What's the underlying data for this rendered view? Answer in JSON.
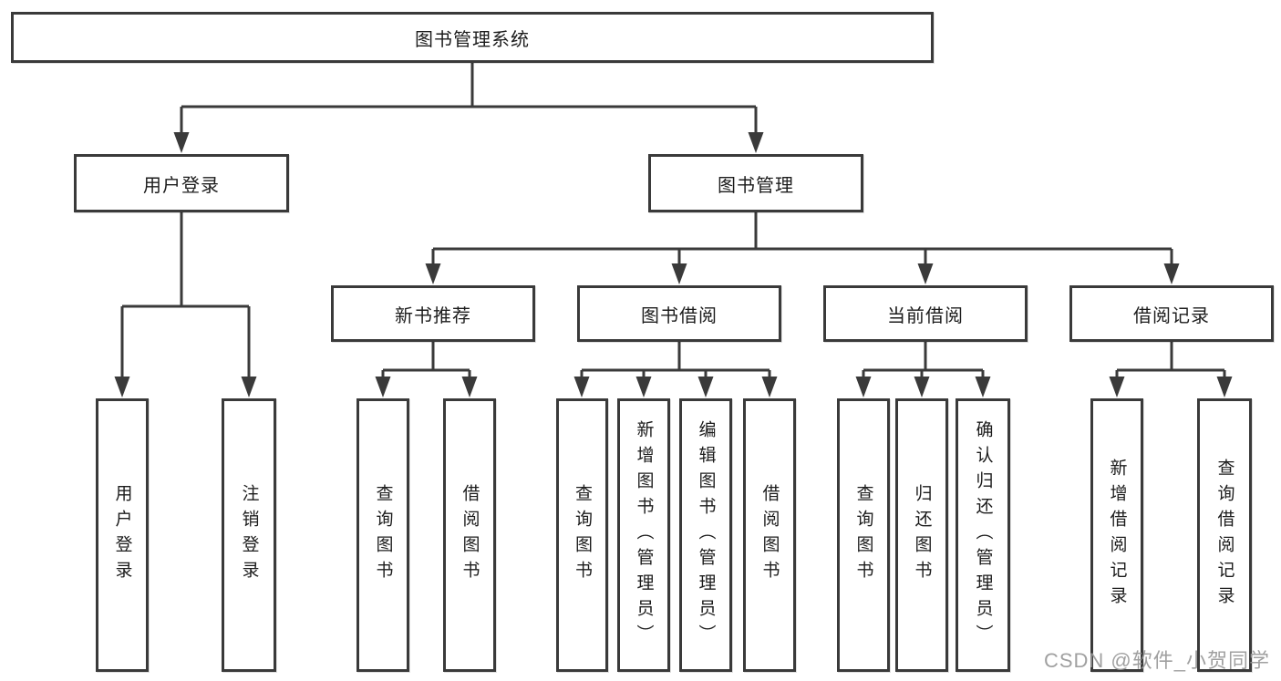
{
  "diagram_title": "图书管理系统",
  "colors": {
    "line": "#3a3a3a",
    "box_border": "#3a3a3a",
    "box_fill": "#ffffff",
    "text": "#1c1c1c",
    "watermark": "#969696"
  },
  "nodes": {
    "root": "图书管理系统",
    "user_login": "用户登录",
    "book_mgmt": "图书管理",
    "new_book_rec": "新书推荐",
    "book_borrow": "图书借阅",
    "current_borrow": "当前借阅",
    "borrow_records": "借阅记录",
    "leaf_user_login": "用户登录",
    "leaf_logout": "注销登录",
    "leaf_nbr_query": "查询图书",
    "leaf_nbr_borrow": "借阅图书",
    "leaf_bb_query": "查询图书",
    "leaf_bb_add": "新增图书（管理员）",
    "leaf_bb_edit": "编辑图书（管理员）",
    "leaf_bb_borrow": "借阅图书",
    "leaf_cb_query": "查询图书",
    "leaf_cb_return": "归还图书",
    "leaf_cb_confirm": "确认归还（管理员）",
    "leaf_br_add": "新增借阅记录",
    "leaf_br_query": "查询借阅记录"
  },
  "hierarchy": {
    "图书管理系统": {
      "用户登录": [
        "用户登录",
        "注销登录"
      ],
      "图书管理": {
        "新书推荐": [
          "查询图书",
          "借阅图书"
        ],
        "图书借阅": [
          "查询图书",
          "新增图书（管理员）",
          "编辑图书（管理员）",
          "借阅图书"
        ],
        "当前借阅": [
          "查询图书",
          "归还图书",
          "确认归还（管理员）"
        ],
        "借阅记录": [
          "新增借阅记录",
          "查询借阅记录"
        ]
      }
    }
  },
  "watermark": {
    "text": "CSDN @软件_小贺同学"
  }
}
